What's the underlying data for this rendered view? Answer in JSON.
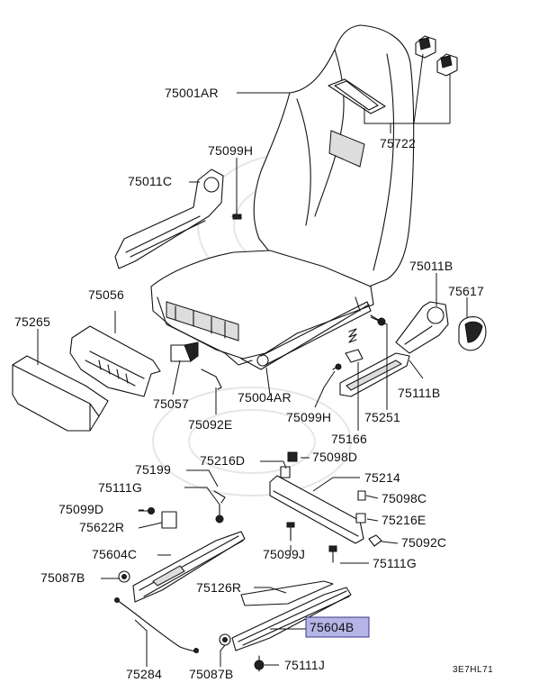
{
  "labels": {
    "l75001AR": "75001AR",
    "l75722": "75722",
    "l75099H_top": "75099H",
    "l75011C": "75011C",
    "l75011B": "75011B",
    "l75617": "75617",
    "l75056": "75056",
    "l75265": "75265",
    "l75057": "75057",
    "l75004AR": "75004AR",
    "l75092E": "75092E",
    "l75111B": "75111B",
    "l75099H_mid": "75099H",
    "l75251": "75251",
    "l75166": "75166",
    "l75199": "75199",
    "l75216D": "75216D",
    "l75098D": "75098D",
    "l75214": "75214",
    "l75111G_left": "75111G",
    "l75098C": "75098C",
    "l75099D": "75099D",
    "l75216E": "75216E",
    "l75622R": "75622R",
    "l75092C": "75092C",
    "l75604C": "75604C",
    "l75099J": "75099J",
    "l75111G_right": "75111G",
    "l75087B_left": "75087B",
    "l75126R": "75126R",
    "l75604B": "75604B",
    "l75284": "75284",
    "l75087B_bottom": "75087B",
    "l75111J": "75111J"
  },
  "diagram_code": "3E7HL71",
  "highlight_color": "#b4b4e6"
}
